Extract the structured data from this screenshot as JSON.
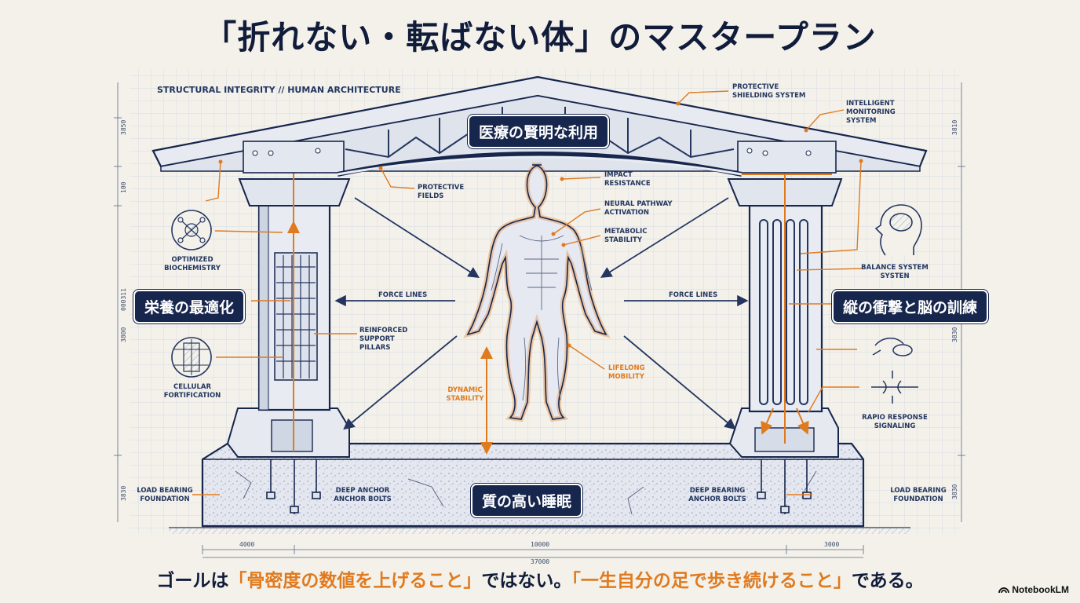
{
  "title": "「折れない・転ばない体」のマスタープラン",
  "subtitle": "STRUCTURAL INTEGRITY // HUMAN ARCHITECTURE",
  "pills": {
    "roof": "医療の賢明な利用",
    "left": "栄養の最適化",
    "right": "縦の衝撃と脳の訓練",
    "foundation": "質の高い睡眠"
  },
  "notes": {
    "protective_shielding": "PROTECTIVE SHIELDING SYSTEM",
    "intelligent_monitoring": "INTELLIGENT MONITORING SYSTEM",
    "protective_fields": "PROTECTIVE FIELDS",
    "impact_resistance": "IMPACT RESISTANCE",
    "neural_pathway": "NEURAL PATHWAY ACTIVATION",
    "metabolic_stability": "METABOLIC STABILITY",
    "optimized_biochemistry": "OPTIMIZED BIOCHEMISTRY",
    "force_lines_left": "FORCE LINES",
    "force_lines_right": "FORCE LINES",
    "reinforced_pillars": "REINFORCED SUPPORT PILLARS",
    "cellular_fortification": "CELLULAR FORTIFICATION",
    "lifelong_mobility": "LIFELONG MOBILITY",
    "dynamic_stability": "DYNAMIC STABILITY",
    "balance_system": "BALANCE SYSTEM SYSTEN",
    "rapid_response": "RAPIO RESPONSE SIGNALING",
    "load_bearing_left": "LOAD BEARING FOUNDATION",
    "anchor_bolts_left": "DEEP ANCHOR ANCHOR BOLTS",
    "anchor_bolts_right": "DEEP BEARING ANCHOR BOLTS",
    "load_bearing_right": "LOAD BEARING FOUNDATION"
  },
  "dimensions": {
    "bottom_left": "4000",
    "bottom_center": "10000",
    "bottom_right": "3000",
    "bottom_total": "37000",
    "left_1": "3850",
    "left_2": "100",
    "left_3": "000311",
    "left_4": "3800",
    "left_5": "3830",
    "right_1": "3810",
    "right_2": "3830",
    "right_3": "3830"
  },
  "bottom_text": {
    "part1": "ゴールは",
    "part2": "「骨密度の数値を上げること」",
    "part3": "ではない。",
    "part4": "「一生自分の足で歩き続けること」",
    "part5": "である。"
  },
  "brand": "NotebookLM",
  "colors": {
    "navy": "#17264d",
    "orange": "#e07a1f",
    "paper": "#f3f1ea",
    "grid": "#c9d2e3"
  }
}
